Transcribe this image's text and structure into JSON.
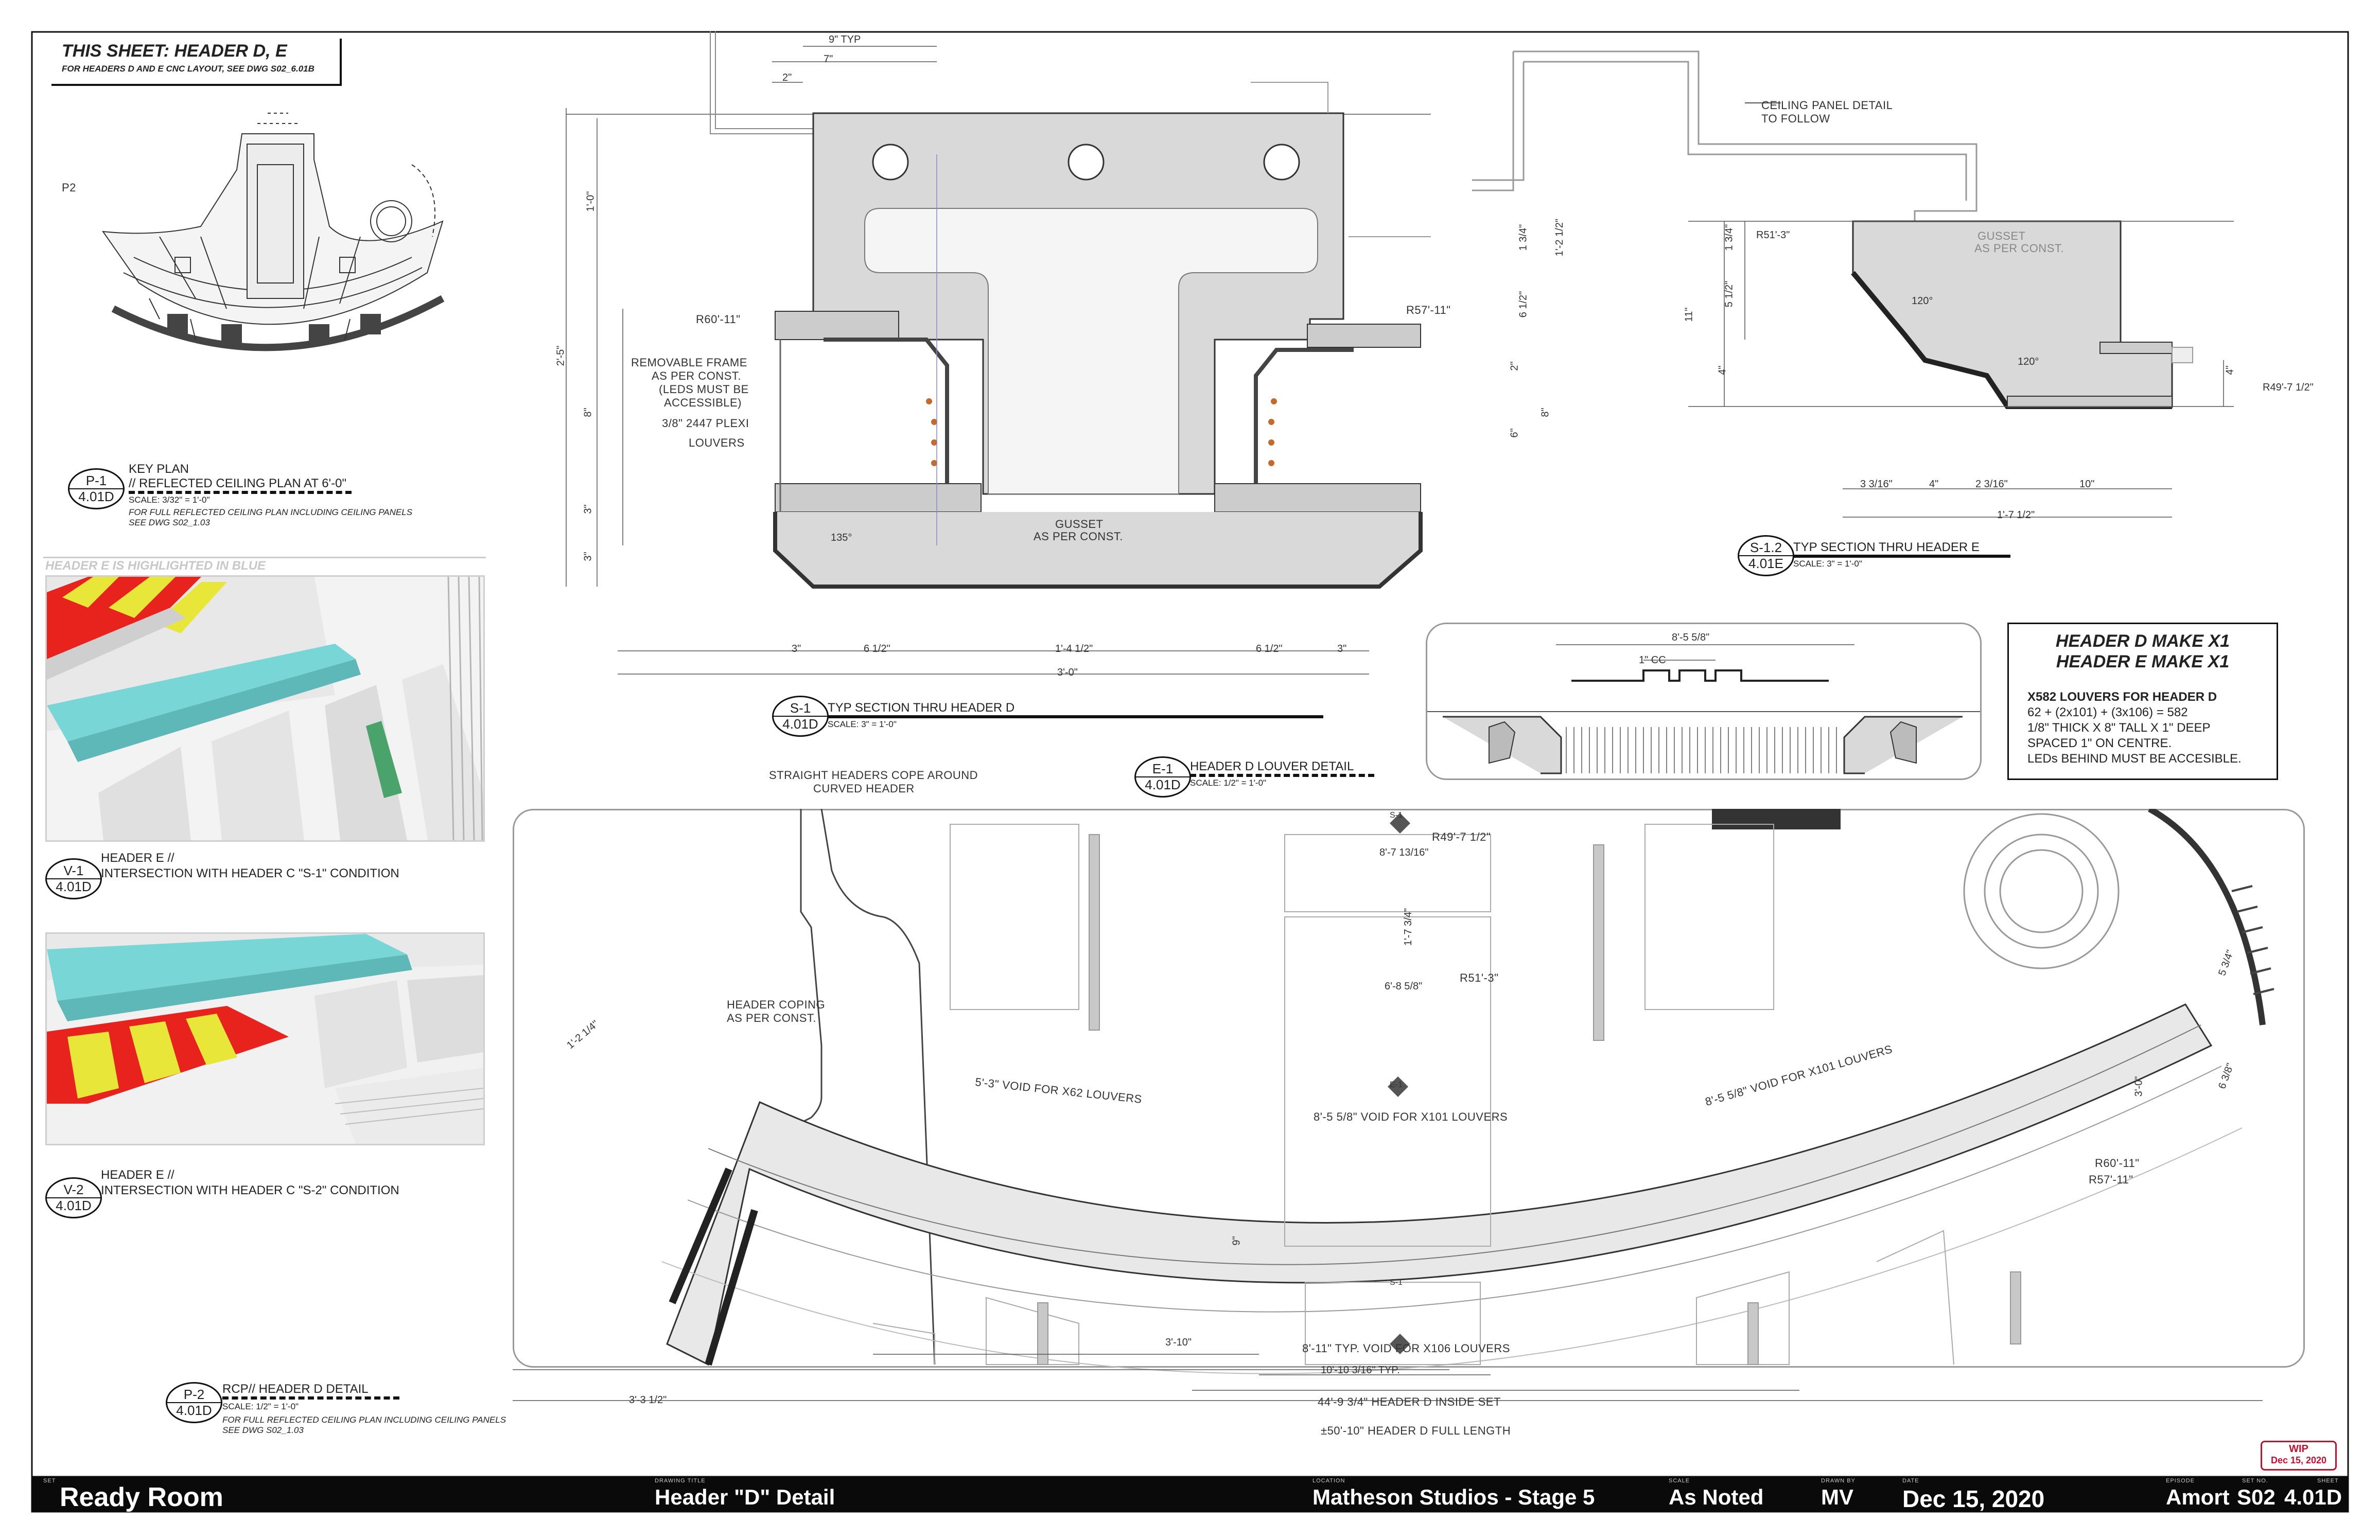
{
  "sheet_title": "THIS SHEET: HEADER D, E",
  "sheet_note": "FOR HEADERS D AND E CNC LAYOUT, SEE DWG S02_6.01B",
  "key_plan": {
    "p2_label": "P2",
    "bubble_top": "P-1",
    "bubble_bottom": "4.01D",
    "title_line1": "KEY PLAN",
    "title_line2": "// REFLECTED CEILING PLAN AT 6'-0\"",
    "scale": "SCALE: 3/32\" = 1'-0\"",
    "note_line1": "FOR FULL REFLECTED CEILING PLAN INCLUDING CEILING PANELS",
    "note_line2": "SEE DWG S02_1.03"
  },
  "highlight_note": "HEADER E IS HIGHLIGHTED IN BLUE",
  "render_v1": {
    "bubble_top": "V-1",
    "bubble_bottom": "4.01D",
    "title_line1": "HEADER E //",
    "title_line2": "INTERSECTION WITH HEADER C \"S-1\" CONDITION"
  },
  "render_v2": {
    "bubble_top": "V-2",
    "bubble_bottom": "4.01D",
    "title_line1": "HEADER E //",
    "title_line2": "INTERSECTION WITH HEADER C \"S-2\" CONDITION"
  },
  "rcp": {
    "bubble_top": "P-2",
    "bubble_bottom": "4.01D",
    "title": "RCP// HEADER D DETAIL",
    "scale": "SCALE: 1/2\" = 1'-0\"",
    "note_line1": "FOR FULL REFLECTED CEILING PLAN INCLUDING CEILING PANELS",
    "note_line2": "SEE DWG S02_1.03",
    "labels": {
      "straight_headers_1": "STRAIGHT HEADERS COPE AROUND",
      "straight_headers_2": "CURVED HEADER",
      "coping_1": "HEADER COPING",
      "coping_2": "AS PER CONST.",
      "void_x62": "5'-3\" VOID FOR X62 LOUVERS",
      "void_x101_left": "8'-5 5/8\" VOID FOR X101 LOUVERS",
      "void_x101_right": "8'-5 5/8\" VOID FOR X101 LOUVERS",
      "void_x106": "8'-11\" TYP. VOID FOR X106 LOUVERS",
      "typ_10": "10'-10 3/16\" TYP.",
      "inside_set": "44'-9 3/4\" HEADER D INSIDE SET",
      "full_length": "±50'-10\" HEADER D FULL LENGTH",
      "d_3_3": "3'-3 1/2\"",
      "d_3_10": "3'-10\"",
      "d_8_7": "8'-7 13/16\"",
      "d_1_7": "1'-7 3/4\"",
      "d_6_8": "6'-8 5/8\"",
      "r49": "R49'-7 1/2\"",
      "r51": "R51'-3\"",
      "r60": "R60'-11\"",
      "r57": "R57'-11\"",
      "d_3_0": "3'-0\"",
      "d_1_2": "1'-2 1/4\"",
      "d_5_3": "5 3/4\"",
      "d_6_3": "6 3/8\"",
      "d_9": "9\"",
      "s1_tag": "S-1",
      "e1_tag": "E-1"
    }
  },
  "section_s1": {
    "bubble_top": "S-1",
    "bubble_bottom": "4.01D",
    "title": "TYP SECTION THRU HEADER D",
    "scale": "SCALE: 3\" = 1'-0\"",
    "labels": {
      "typ9": "9\" TYP",
      "d7": "7\"",
      "d2": "2\"",
      "r60": "R60'-11\"",
      "r57": "R57'-11\"",
      "frame_1": "REMOVABLE FRAME",
      "frame_2": "AS PER CONST.",
      "frame_3": "(LEDs MUST BE",
      "frame_4": "ACCESSIBLE)",
      "plexi": "3/8\" 2447 PLEXI",
      "louvers": "LOUVERS",
      "gusset_1": "GUSSET",
      "gusset_2": "AS PER CONST.",
      "a135": "135°",
      "h1_0": "1'-0\"",
      "h2_5": "2'-5\"",
      "h8": "8\"",
      "h3a": "3\"",
      "h3b": "3\"",
      "h1_3_4": "1 3/4\"",
      "h1_2_1_2": "1'-2 1/2\"",
      "h6_1_2": "6 1/2\"",
      "h2": "2\"",
      "h8r": "8\"",
      "h6": "6\"",
      "w3l": "3\"",
      "w6l": "6 1/2\"",
      "w1_4": "1'-4 1/2\"",
      "w6r": "6 1/2\"",
      "w3r": "3\"",
      "w3_0": "3'-0\""
    }
  },
  "ceiling_note_1": "CEILING PANEL DETAIL",
  "ceiling_note_2": "TO FOLLOW",
  "section_s12": {
    "bubble_top": "S-1.2",
    "bubble_bottom": "4.01E",
    "title": "TYP SECTION THRU HEADER E",
    "scale": "SCALE: 3\" = 1'-0\"",
    "labels": {
      "r51": "R51'-3\"",
      "r49": "R49'-7 1/2\"",
      "gusset_1": "GUSSET",
      "gusset_2": "AS PER CONST.",
      "a120a": "120°",
      "a120b": "120°",
      "h11": "11\"",
      "h1_3_4": "1 3/4\"",
      "h5_1_2": "5 1/2\"",
      "h4": "4\"",
      "h4r": "4\"",
      "w3": "3 3/16\"",
      "w4": "4\"",
      "w2": "2 3/16\"",
      "w10": "10\"",
      "w1_7": "1'-7 1/2\""
    }
  },
  "louver_detail": {
    "bubble_top": "E-1",
    "bubble_bottom": "4.01D",
    "title": "HEADER D LOUVER DETAIL",
    "scale": "SCALE: 1/2\" = 1'-0\"",
    "d8_5": "8'-5 5/8\"",
    "cc": "1\" CC"
  },
  "make_box": {
    "line1": "HEADER D MAKE X1",
    "line2": "HEADER E MAKE X1",
    "line3": "X582 LOUVERS FOR HEADER D",
    "line4": "62 + (2x101) + (3x106) = 582",
    "line5": "1/8\" THICK X 8\" TALL X 1\" DEEP",
    "line6": "SPACED 1\" ON CENTRE.",
    "line7": "LEDs BEHIND MUST BE ACCESIBLE."
  },
  "wip": {
    "line1": "WIP",
    "line2": "Dec 15, 2020"
  },
  "title_block": {
    "set_cap": "SET",
    "set": "Ready Room",
    "drawing_cap": "DRAWING TITLE",
    "drawing": "Header \"D\" Detail",
    "location_cap": "LOCATION",
    "location": "Matheson Studios - Stage 5",
    "scale_cap": "SCALE",
    "scale": "As Noted",
    "drawn_cap": "DRAWN BY",
    "drawn": "MV",
    "date_cap": "DATE",
    "date": "Dec 15, 2020",
    "episode_cap": "EPISODE",
    "episode": "Amort",
    "setno_cap": "SET NO.",
    "setno": "S02",
    "sheetno_cap": "SHEET",
    "sheetno": "4.01D"
  },
  "colors": {
    "yellow": "#e9e63a",
    "red": "#e8221c",
    "cyan": "#79d6d6",
    "wip_red": "#c8102e",
    "panel_gray": "#d9d9d9"
  }
}
